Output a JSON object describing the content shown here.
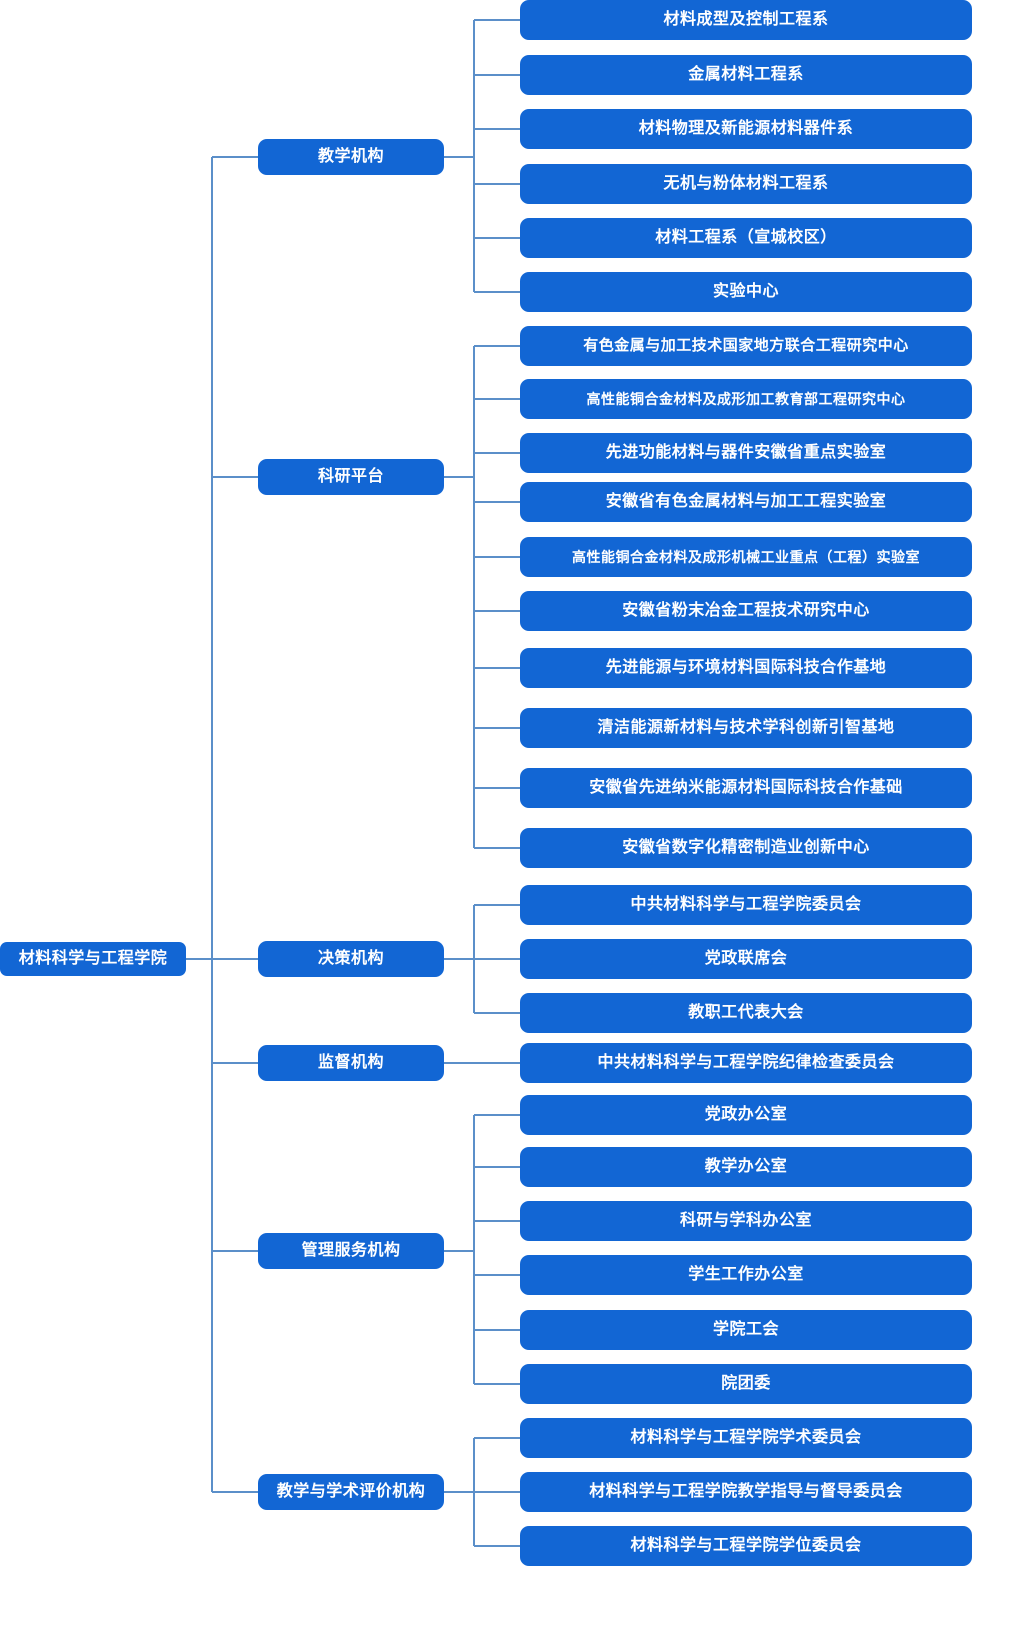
{
  "theme": {
    "node_fill": "#1266d4",
    "node_text": "#ffffff",
    "connector": "#5b8fc9",
    "background": "#ffffff"
  },
  "root": {
    "label": "材料科学与工程学院"
  },
  "branches": [
    {
      "label": "教学机构",
      "children": [
        "材料成型及控制工程系",
        "金属材料工程系",
        "材料物理及新能源材料器件系",
        "无机与粉体材料工程系",
        "材料工程系（宣城校区）",
        "实验中心"
      ]
    },
    {
      "label": "科研平台",
      "children": [
        "有色金属与加工技术国家地方联合工程研究中心",
        "高性能铜合金材料及成形加工教育部工程研究中心",
        "先进功能材料与器件安徽省重点实验室",
        "安徽省有色金属材料与加工工程实验室",
        "高性能铜合金材料及成形机械工业重点（工程）实验室",
        "安徽省粉末冶金工程技术研究中心",
        "先进能源与环境材料国际科技合作基地",
        "清洁能源新材料与技术学科创新引智基地",
        "安徽省先进纳米能源材料国际科技合作基础",
        "安徽省数字化精密制造业创新中心"
      ]
    },
    {
      "label": "决策机构",
      "children": [
        "中共材料科学与工程学院委员会",
        "党政联席会",
        "教职工代表大会"
      ]
    },
    {
      "label": "监督机构",
      "children": [
        "中共材料科学与工程学院纪律检查委员会"
      ]
    },
    {
      "label": "管理服务机构",
      "children": [
        "党政办公室",
        "教学办公室",
        "科研与学科办公室",
        "学生工作办公室",
        "学院工会",
        "院团委"
      ]
    },
    {
      "label": "教学与学术评价机构",
      "children": [
        "材料科学与工程学院学术委员会",
        "材料科学与工程学院教学指导与督导委员会",
        "材料科学与工程学院学位委员会"
      ]
    }
  ]
}
